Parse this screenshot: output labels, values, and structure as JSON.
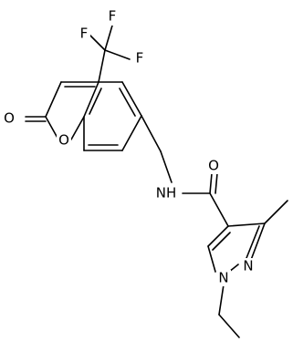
{
  "molecule": {
    "atoms": {
      "F1": "F",
      "F2": "F",
      "F3": "F",
      "O_carbonyl_coumarin": "O",
      "O_ring_coumarin": "O",
      "NH": "NH",
      "O_amide": "O",
      "N_pyrazole_2": "N",
      "N_pyrazole_1": "N"
    }
  }
}
